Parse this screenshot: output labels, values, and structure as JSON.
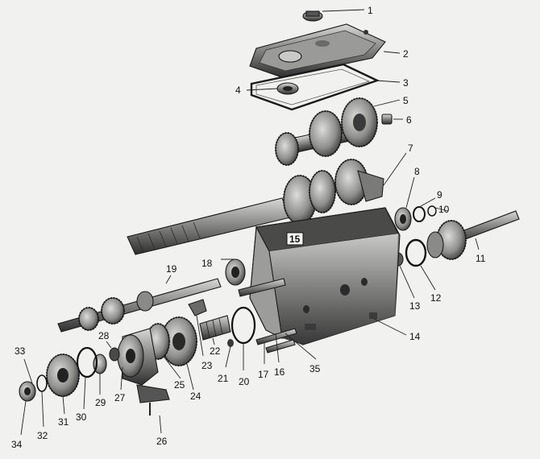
{
  "diagram": {
    "type": "exploded-view",
    "callouts": [
      {
        "id": "1",
        "label": "1"
      },
      {
        "id": "2",
        "label": "2"
      },
      {
        "id": "3",
        "label": "3"
      },
      {
        "id": "4",
        "label": "4"
      },
      {
        "id": "5",
        "label": "5"
      },
      {
        "id": "6",
        "label": "6"
      },
      {
        "id": "7",
        "label": "7"
      },
      {
        "id": "8",
        "label": "8"
      },
      {
        "id": "9",
        "label": "9"
      },
      {
        "id": "10",
        "label": "10"
      },
      {
        "id": "11",
        "label": "11"
      },
      {
        "id": "12",
        "label": "12"
      },
      {
        "id": "13",
        "label": "13"
      },
      {
        "id": "14",
        "label": "14"
      },
      {
        "id": "15",
        "label": "15",
        "boxed": true
      },
      {
        "id": "16",
        "label": "16"
      },
      {
        "id": "17",
        "label": "17"
      },
      {
        "id": "18",
        "label": "18"
      },
      {
        "id": "19",
        "label": "19"
      },
      {
        "id": "20",
        "label": "20"
      },
      {
        "id": "21",
        "label": "21"
      },
      {
        "id": "22",
        "label": "22"
      },
      {
        "id": "23",
        "label": "23"
      },
      {
        "id": "24",
        "label": "24"
      },
      {
        "id": "25",
        "label": "25"
      },
      {
        "id": "26",
        "label": "26"
      },
      {
        "id": "27",
        "label": "27"
      },
      {
        "id": "28",
        "label": "28"
      },
      {
        "id": "29",
        "label": "29"
      },
      {
        "id": "30",
        "label": "30"
      },
      {
        "id": "31",
        "label": "31"
      },
      {
        "id": "32",
        "label": "32"
      },
      {
        "id": "33",
        "label": "33"
      },
      {
        "id": "34",
        "label": "34"
      },
      {
        "id": "35",
        "label": "35"
      }
    ]
  }
}
